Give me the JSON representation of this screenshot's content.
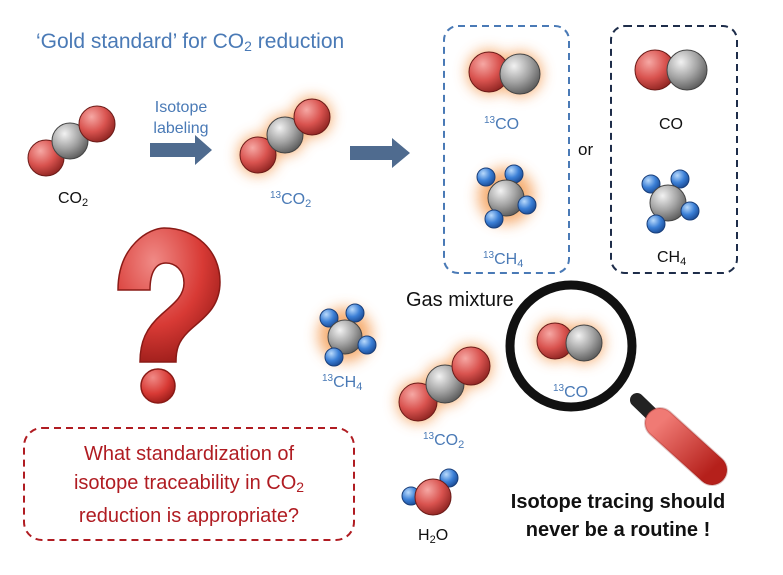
{
  "header": {
    "title_main": "‘Gold standard’ for CO",
    "title_sub": "2",
    "title_end": " reduction"
  },
  "arrow1": {
    "line1": "Isotope",
    "line2": "labeling"
  },
  "labels": {
    "co2": {
      "main": "CO",
      "sub": "2"
    },
    "c13o2_top": {
      "sup": "13",
      "main": "CO",
      "sub": "2"
    },
    "c13o_box": {
      "sup": "13",
      "main": "CO"
    },
    "c13h4_box": {
      "sup": "13",
      "main": "CH",
      "sub": "4"
    },
    "or": "or",
    "co_box": "CO",
    "ch4_box": {
      "main": "CH",
      "sub": "4"
    },
    "gas_mixture": "Gas mixture",
    "c13h4_mix": {
      "sup": "13",
      "main": "CH",
      "sub": "4"
    },
    "c13o2_mix": {
      "sup": "13",
      "main": "CO",
      "sub": "2"
    },
    "c13o_lens": {
      "sup": "13",
      "main": "CO"
    },
    "h2o": {
      "main": "H",
      "sub": "2",
      "end": "O"
    }
  },
  "question_box": {
    "line1": "What standardization of",
    "line2_main": "isotope traceability in CO",
    "line2_sub": "2",
    "line3": "reduction is appropriate?"
  },
  "conclusion": {
    "line1": "Isotope tracing should",
    "line2": "never be a routine !"
  },
  "colors": {
    "accent_blue": "#4a7ab6",
    "dark_red": "#b01c22",
    "navy": "#1e2d4a",
    "oxygen": "#d9534f",
    "carbon": "#9a9a9a",
    "hydrogen": "#3b7fd6",
    "glow": "#f5a05a"
  }
}
